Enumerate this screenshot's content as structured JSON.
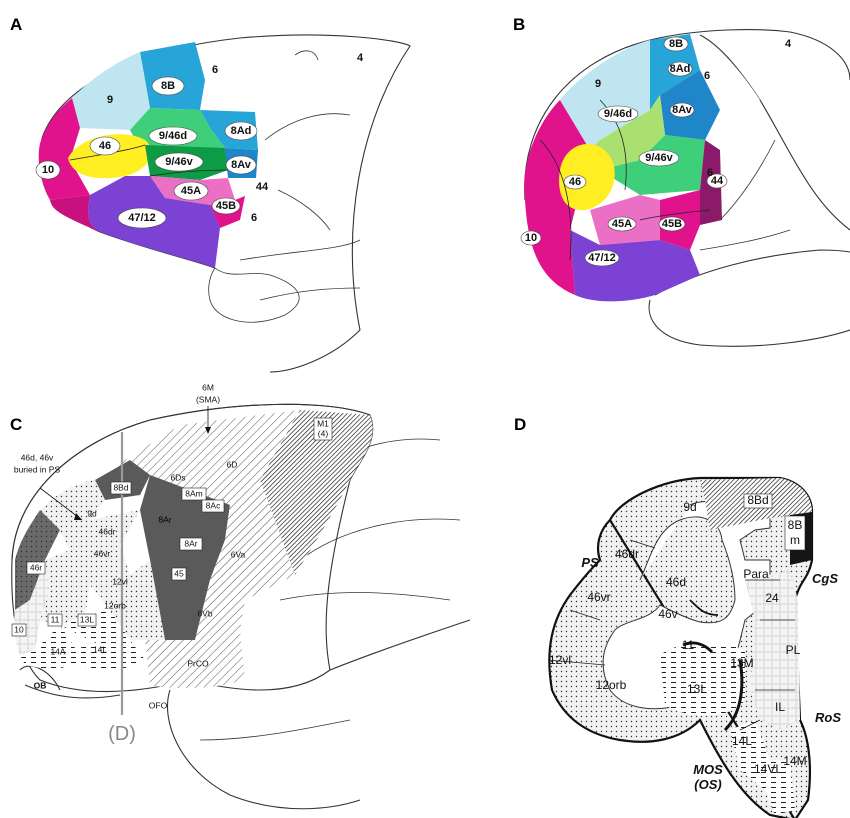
{
  "panels": {
    "a": {
      "label": "A",
      "areas": [
        "9",
        "8B",
        "6",
        "4",
        "9/46d",
        "8Ad",
        "46",
        "10",
        "9/46v",
        "8Av",
        "45A",
        "44",
        "45B",
        "6",
        "47/12"
      ]
    },
    "b": {
      "label": "B",
      "areas": [
        "8B",
        "4",
        "8Ad",
        "9",
        "6",
        "9/46d",
        "8Av",
        "9/46v",
        "46",
        "44",
        "6",
        "45A",
        "45B",
        "10",
        "47/12"
      ]
    },
    "c": {
      "label": "C",
      "areas": [
        "6M",
        "(SMA)",
        "M1",
        "(4)",
        "6D",
        "6Ds",
        "8Bd",
        "8Am",
        "8Ac",
        "8Ar",
        "9d",
        "46dr",
        "46vr",
        "46r",
        "8Ar",
        "6Va",
        "12vl",
        "45",
        "12orb",
        "10",
        "11",
        "13L",
        "6Vb",
        "14A",
        "14L",
        "OB",
        "PrCO",
        "OFO"
      ],
      "annotation": [
        "46d, 46v",
        "buried in PS"
      ],
      "section_marker": "(D)"
    },
    "d": {
      "label": "D",
      "areas": [
        "9d",
        "8Bd",
        "8B",
        "m",
        "46dr",
        "46d",
        "Para",
        "24",
        "46vr",
        "46v",
        "11",
        "PL",
        "12vl",
        "13M",
        "13L",
        "12orb",
        "IL",
        "14L",
        "14VL",
        "14M"
      ],
      "sulci": [
        "PS",
        "CgS",
        "RoS",
        "MOS",
        "(OS)"
      ]
    }
  },
  "colors": {
    "magenta": "#e0128c",
    "pink": "#ec6fc6",
    "light_cyan": "#bfe6f0",
    "blue": "#27a4d8",
    "green": "#4dd27a",
    "yellow": "#ffee22",
    "violet": "#7b42d3",
    "dark_gray": "#5a5a5a"
  }
}
